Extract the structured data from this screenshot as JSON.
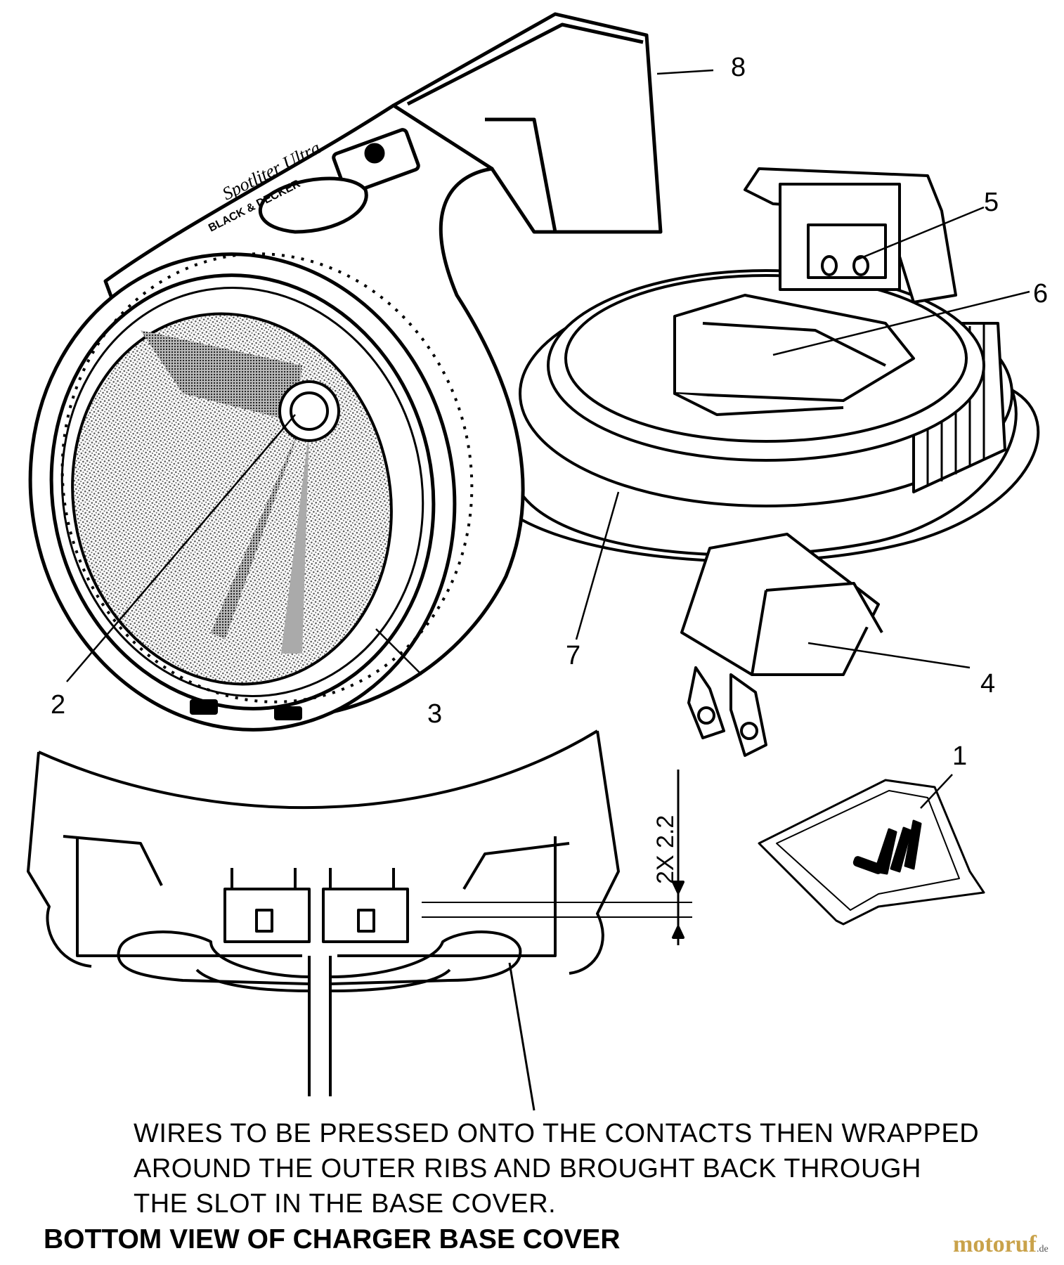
{
  "callouts": [
    "1",
    "2",
    "3",
    "4",
    "5",
    "6",
    "7",
    "8"
  ],
  "dimension": {
    "label": "2X 2.2"
  },
  "note": {
    "lines": [
      "WIRES TO BE PRESSED ONTO THE CONTACTS THEN WRAPPED",
      "AROUND THE OUTER RIBS AND BROUGHT BACK THROUGH",
      "THE SLOT IN THE BASE COVER."
    ]
  },
  "caption": "BOTTOM VIEW OF CHARGER BASE COVER",
  "product": {
    "brand": "BLACK & DECKER",
    "model": "Spotliter Ultra"
  },
  "watermark": {
    "name": "motoruf",
    "suffix": ".de"
  }
}
